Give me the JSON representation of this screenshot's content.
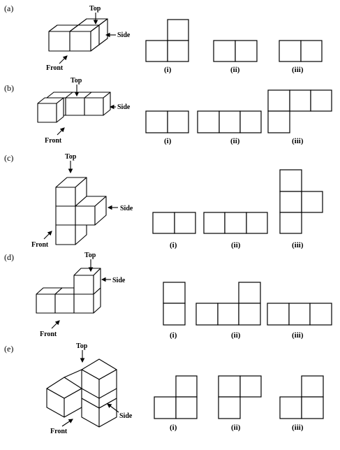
{
  "problems": [
    {
      "label": "(a)",
      "annotations": {
        "top": "Top",
        "side": "Side",
        "front": "Front"
      },
      "views": [
        "(i)",
        "(ii)",
        "(iii)"
      ]
    },
    {
      "label": "(b)",
      "annotations": {
        "top": "Top",
        "side": "Side",
        "front": "Front"
      },
      "views": [
        "(i)",
        "(ii)",
        "(iii)"
      ]
    },
    {
      "label": "(c)",
      "annotations": {
        "top": "Top",
        "side": "Side",
        "front": "Front"
      },
      "views": [
        "(i)",
        "(ii)",
        "(iii)"
      ]
    },
    {
      "label": "(d)",
      "annotations": {
        "top": "Top",
        "side": "Side",
        "front": "Front"
      },
      "views": [
        "(i)",
        "(ii)",
        "(iii)"
      ]
    },
    {
      "label": "(e)",
      "annotations": {
        "top": "Top",
        "side": "Side",
        "front": "Front"
      },
      "views": [
        "(i)",
        "(ii)",
        "(iii)"
      ]
    }
  ]
}
